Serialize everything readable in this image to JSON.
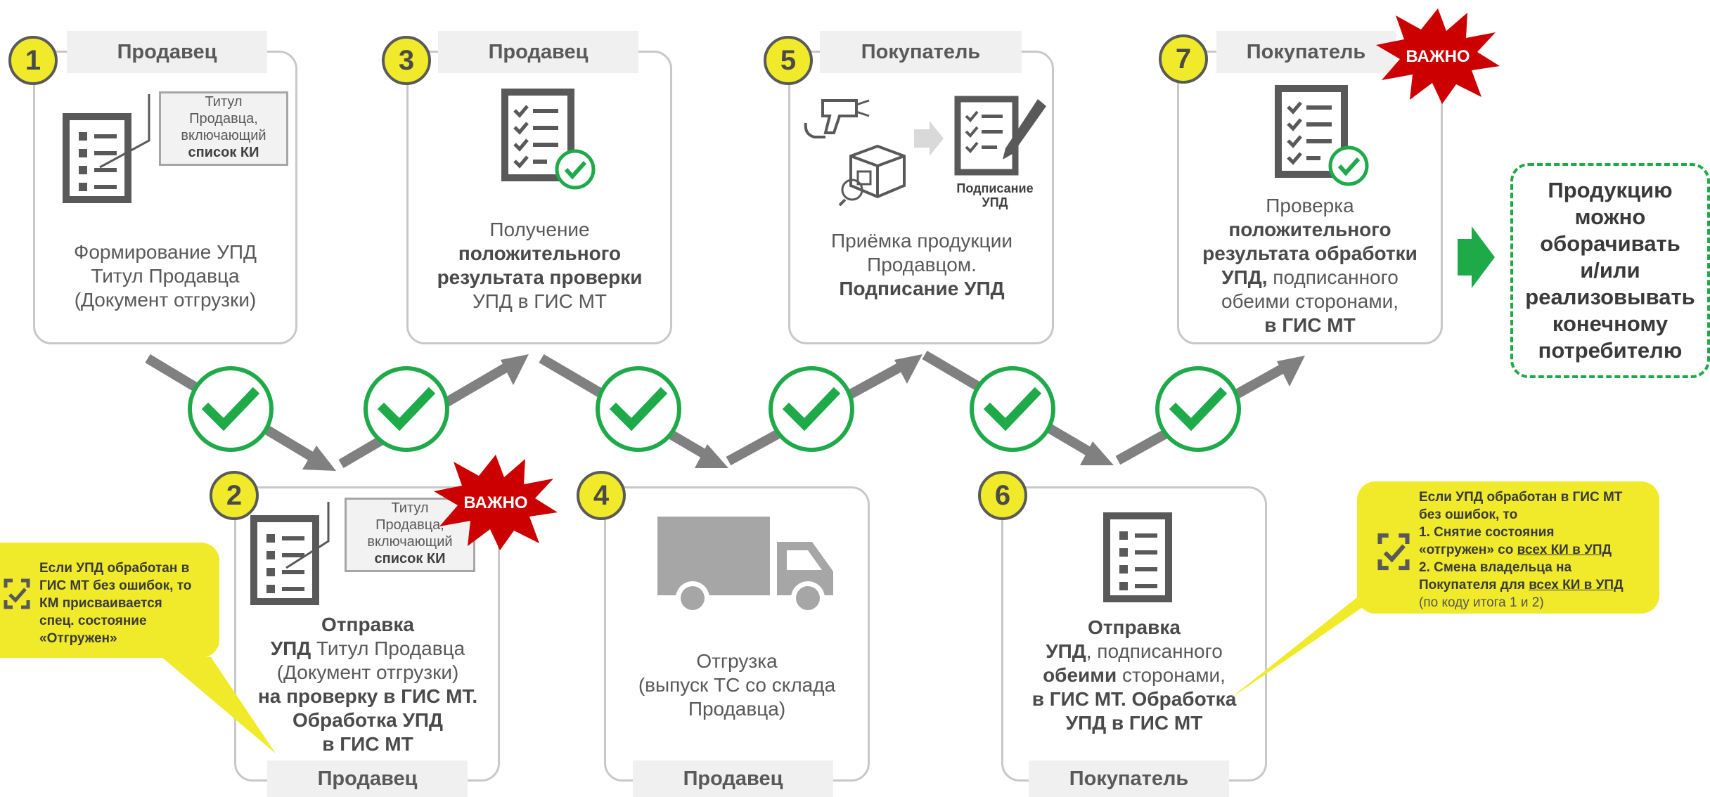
{
  "steps": [
    {
      "num": "1",
      "role": "Продавец",
      "label_line1": "Титул",
      "label_line2": "Продавца,",
      "label_line3": "включающий",
      "label_bold": "список КИ",
      "desc": [
        "Формирование УПД",
        "Титул Продавца",
        "(Документ отгрузки)"
      ]
    },
    {
      "num": "2",
      "role": "Продавец",
      "label_line1": "Титул",
      "label_line2": "Продавца,",
      "label_line3": "включающий",
      "label_bold": "список КИ",
      "badge": "ВАЖНО",
      "desc_b1": "Отправка",
      "desc_b2": "УПД",
      "desc_2b": " Титул Продавца",
      "desc_3": "(Документ отгрузки)",
      "desc_b4": "на проверку в ГИС МТ.",
      "desc_b5": "Обработка УПД",
      "desc_b6": "в ГИС МТ"
    },
    {
      "num": "3",
      "role": "Продавец",
      "desc_1": "Получение",
      "desc_b2": "положительного",
      "desc_b3": "результата проверки",
      "desc_4": "УПД в ГИС МТ"
    },
    {
      "num": "4",
      "role": "Продавец",
      "desc": [
        "Отгрузка",
        "(выпуск ТС со склада",
        "Продавца)"
      ]
    },
    {
      "num": "5",
      "role": "Покупатель",
      "sign_label_1": "Подписание",
      "sign_label_2": "УПД",
      "desc_1": "Приёмка продукции",
      "desc_2": "Продавцом.",
      "desc_b3": "Подписание УПД"
    },
    {
      "num": "6",
      "role": "Покупатель",
      "desc_b1": "Отправка",
      "desc_b2a": "УПД",
      "desc_2b": ", подписанного",
      "desc_b3a": "обеими",
      "desc_3b": " сторонами,",
      "desc_b4": "в ГИС МТ. Обработка",
      "desc_b5": "УПД в ГИС МТ"
    },
    {
      "num": "7",
      "role": "Покупатель",
      "badge": "ВАЖНО",
      "desc_1": "Проверка",
      "desc_b2": "положительного",
      "desc_b3": "результата обработки",
      "desc_b4a": "УПД,",
      "desc_4b": " подписанного",
      "desc_5": "обеими сторонами,",
      "desc_b6": "в ГИС МТ"
    }
  ],
  "result": [
    "Продукцию",
    "можно",
    "оборачивать",
    "и/или",
    "реализовывать",
    "конечному",
    "потребителю"
  ],
  "note_left": [
    "Если УПД обработан в",
    "ГИС МТ без ошибок, то",
    "КМ присваивается",
    "спец. состояние",
    "«Отгружен»"
  ],
  "note_right": {
    "l1": "Если УПД обработан в ГИС МТ",
    "l2": "без ошибок, то",
    "l3": "1. Снятие состояния",
    "l4a": "«отгружен» со ",
    "l4u": "всех КИ в УПД",
    "l5": "2. Смена владельца на",
    "l6a": "Покупателя для ",
    "l6u": "всех КИ в УПД",
    "l7": "(по коду итога 1 и 2)"
  },
  "colors": {
    "accent_yellow": "#f0ea2a",
    "check_green": "#1faa4a",
    "badge_red": "#cc0000",
    "arrow_gray": "#7f7f7f"
  }
}
